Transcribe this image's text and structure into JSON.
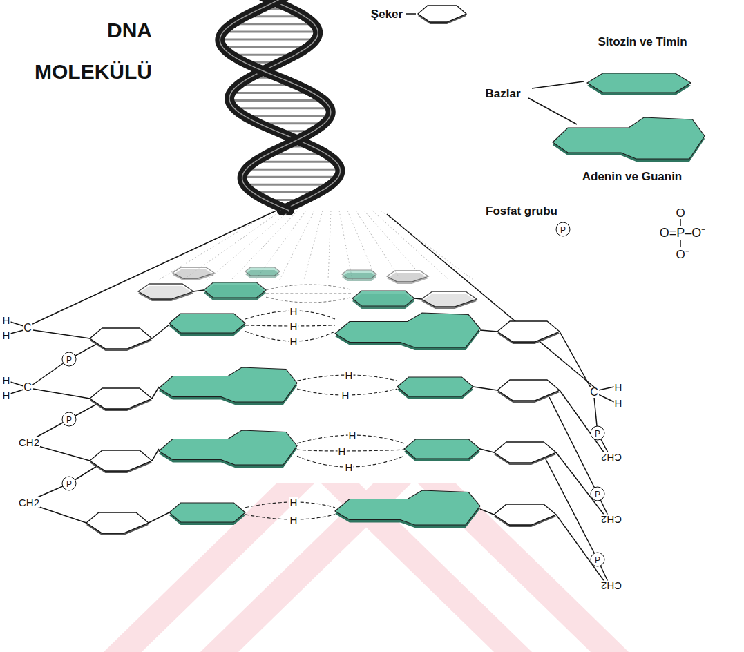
{
  "diagram": {
    "title": "DNA MOLEKÜLÜ",
    "nodes": [
      {
        "text": [
          "P"
        ]
      },
      {
        "text": [
          "P"
        ]
      },
      {
        "text": [
          "P"
        ]
      },
      {
        "text": [
          "P"
        ]
      },
      {
        "text": [
          "P"
        ]
      },
      {
        "text": [
          "P"
        ]
      },
      {
        "text": [
          "P"
        ]
      }
    ],
    "labels": [
      "Bazlar",
      "O",
      "O=P–O⁻",
      "O⁻",
      "H",
      "H",
      "C",
      "H",
      "H",
      "C",
      "CH2",
      "CH2",
      "C",
      "H",
      "H",
      "CH2",
      "CH2",
      "CH2",
      "H",
      "H",
      "H",
      "H",
      "H",
      "H",
      "H",
      "H",
      "H",
      "H"
    ],
    "legend": [
      {
        "text": "Şeker"
      },
      {
        "text": "Sitozin ve Timin"
      },
      {
        "text": "Adenin ve Guanin"
      },
      {
        "text": "Fosfat grubu"
      }
    ]
  }
}
